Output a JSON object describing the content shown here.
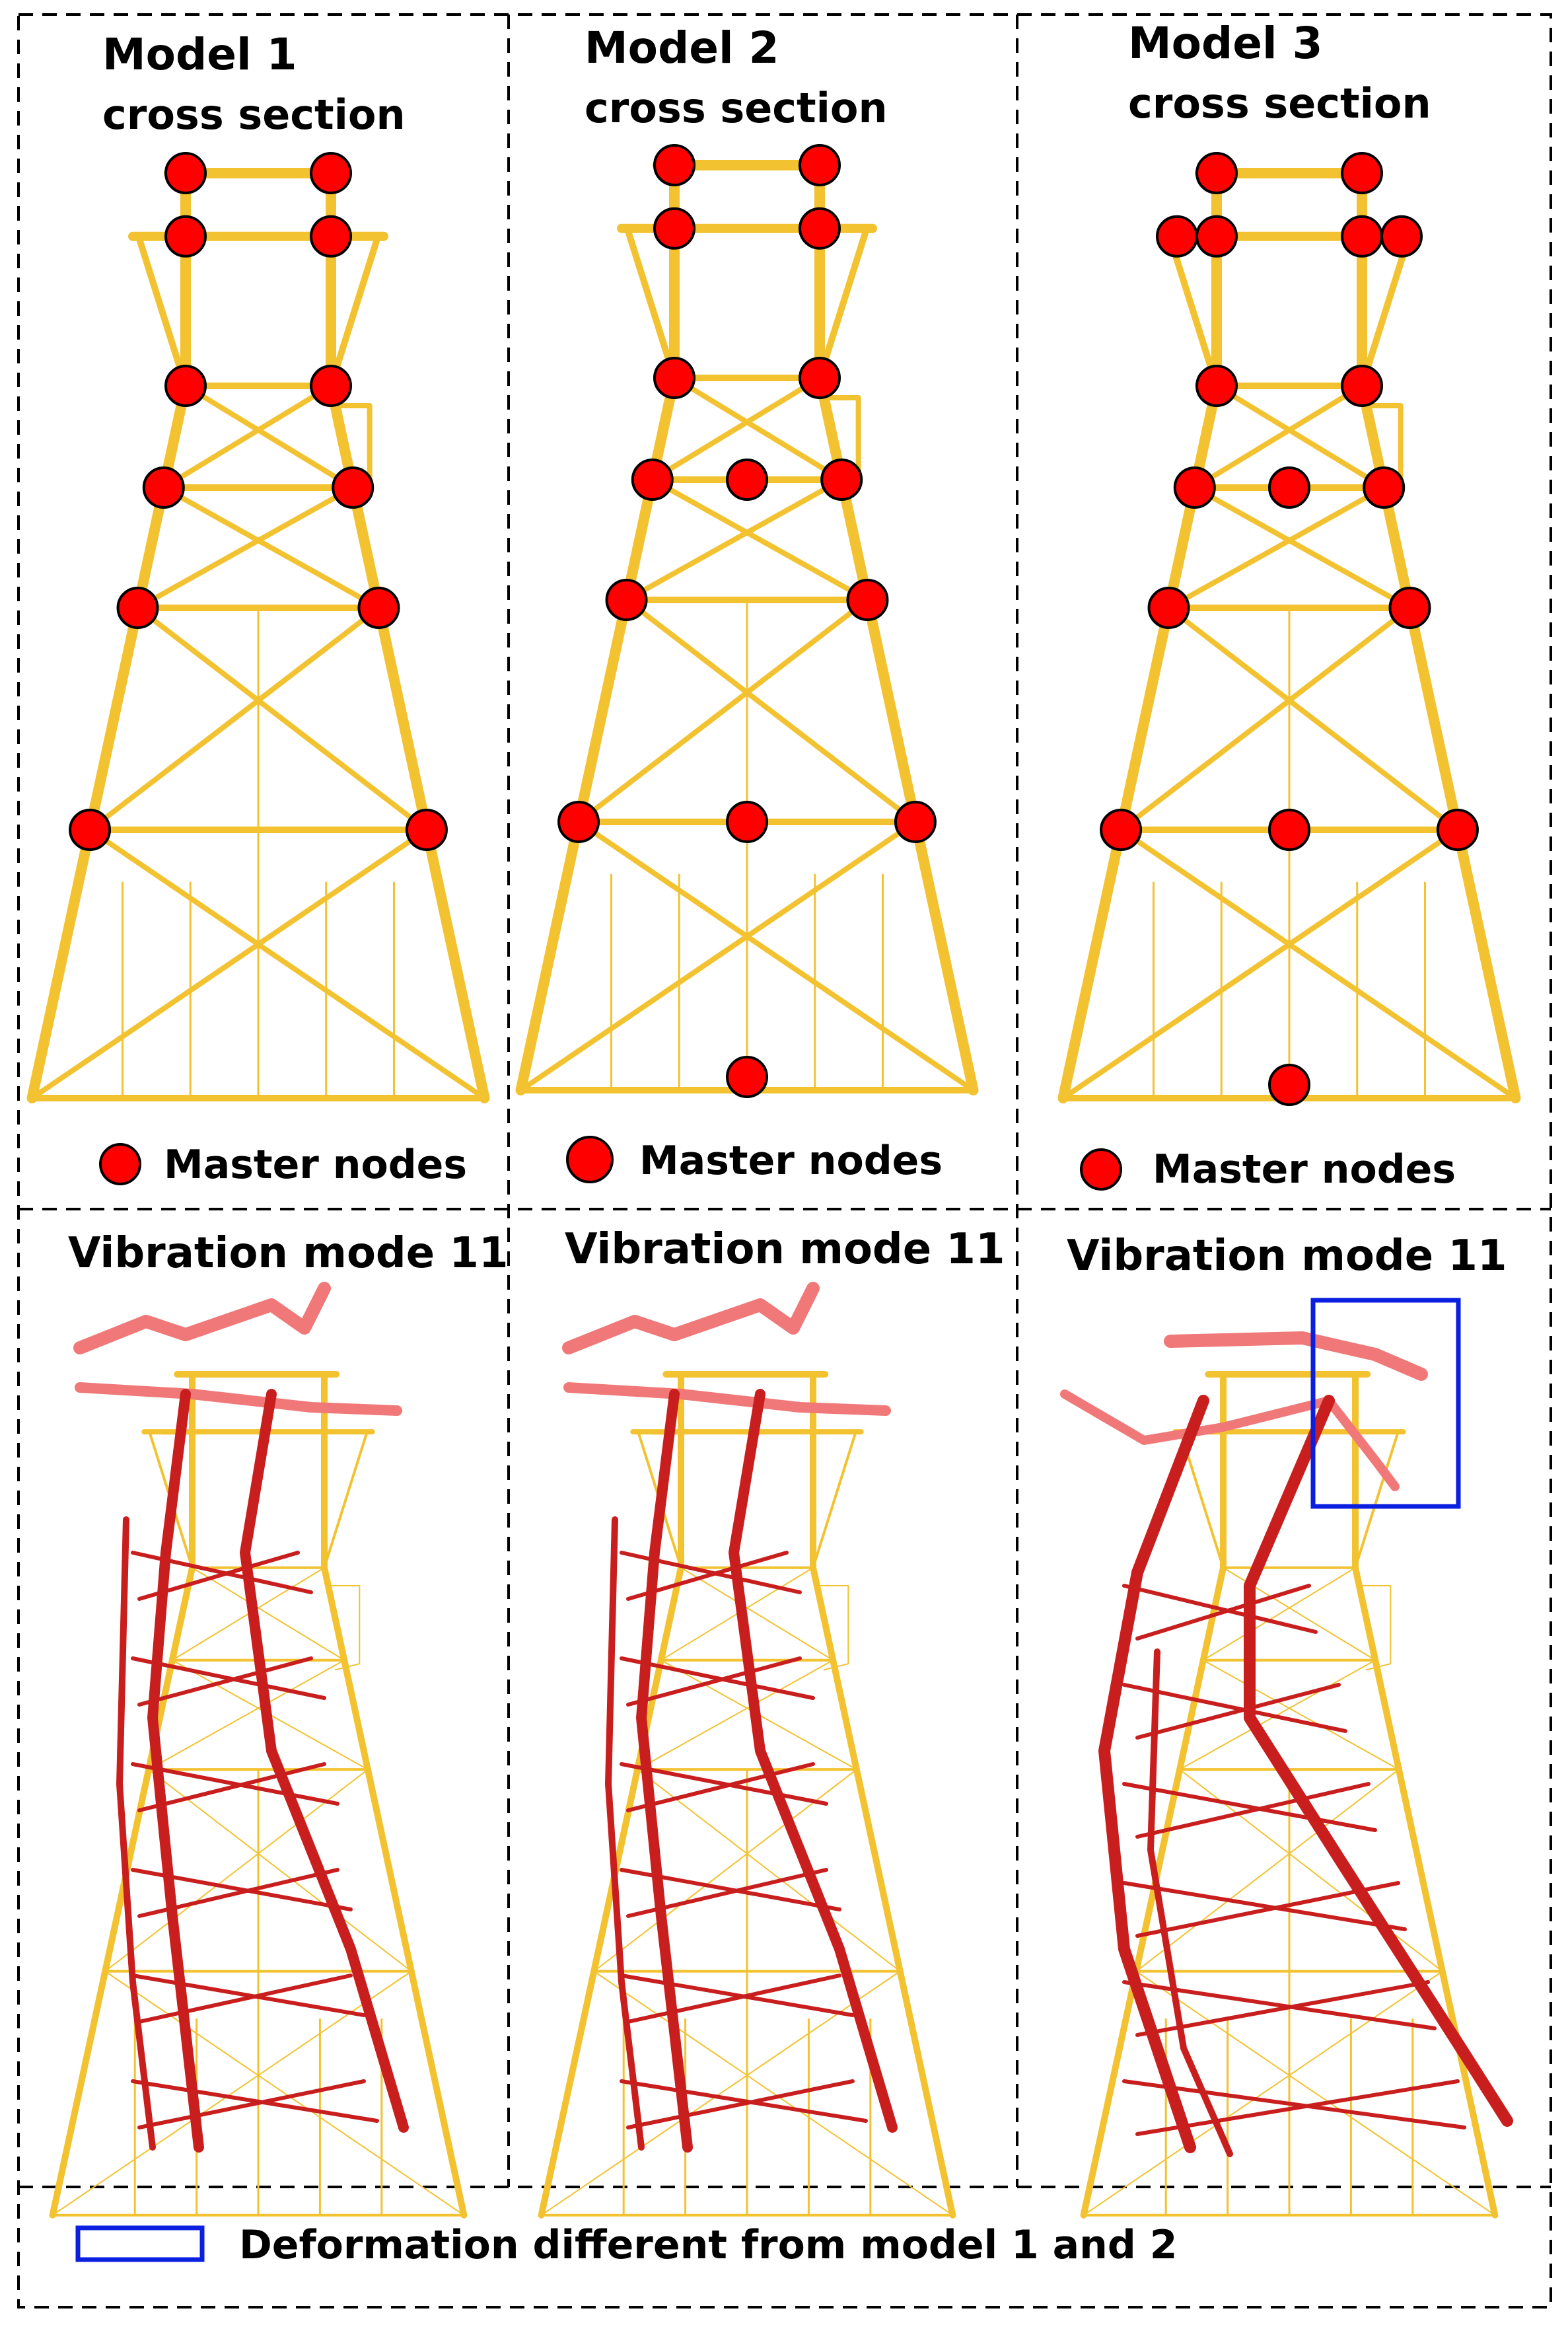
{
  "panels": [
    {
      "title": "Model 1",
      "subtitle": "cross section",
      "legend": "Master nodes",
      "variant": 1
    },
    {
      "title": "Model 2",
      "subtitle": "cross section",
      "legend": "Master nodes",
      "variant": 2
    },
    {
      "title": "Model 3",
      "subtitle": "cross section",
      "legend": "Master nodes",
      "variant": 3
    }
  ],
  "modes": [
    {
      "title": "Vibration mode 11",
      "variant": 1
    },
    {
      "title": "Vibration mode 11",
      "variant": 2
    },
    {
      "title": "Vibration mode 11",
      "variant": 3
    }
  ],
  "footer": {
    "legend_text": "Deformation different from model 1 and 2"
  },
  "colors": {
    "structure": "#f2c230",
    "structure_dark": "#c9900a",
    "deformed": "#c81e1e",
    "deformed_light": "#f07878",
    "master_node": "#ff0000",
    "highlight_box": "#0a1fe0"
  }
}
